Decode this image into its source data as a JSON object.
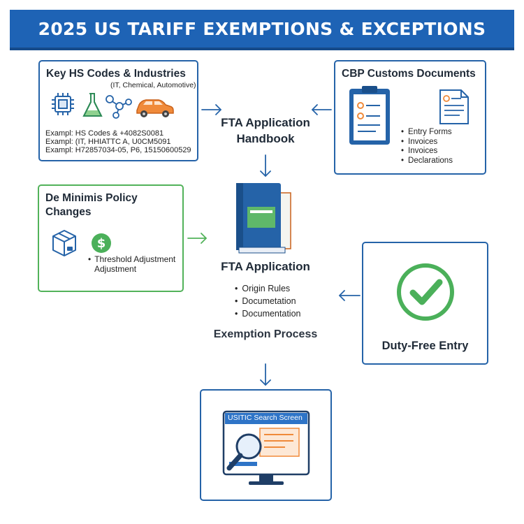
{
  "title": "2025 US TARIFF EXEMPTIONS & EXCEPTIONS",
  "hs_panel": {
    "title": "Key HS Codes & Industries",
    "subtitle": "(IT, Chemical, Automotive)",
    "examples": [
      "Exampl: HS Codes & +4082S0081",
      "Exampl: (IT, HHIATTC A, U0CM5091",
      "Exampl: H72857034-05, P6, 15150600529"
    ],
    "icons": [
      "chip-icon",
      "flask-icon",
      "molecule-icon",
      "car-icon"
    ]
  },
  "cbp_panel": {
    "title": "CBP Customs Documents",
    "items": [
      "Entry Forms",
      "Invoices",
      "Invoices",
      "Declarations"
    ],
    "icons": [
      "clipboard-icon",
      "document-icon"
    ]
  },
  "fta_handbook": {
    "line1": "FTA Application",
    "line2": "Handbook"
  },
  "de_minimis": {
    "title_line1": "De Minimis Policy",
    "title_line2": "Changes",
    "item_line1": "Threshold Adjustment",
    "item_line2": "Adjustment",
    "icons": [
      "package-icon",
      "dollar-icon"
    ]
  },
  "fta_application": {
    "title": "FTA Application",
    "items": [
      "Origin Rules",
      "Documetation",
      "Documentation"
    ],
    "process_label": "Exemption Process"
  },
  "duty_free": {
    "label": "Duty-Free Entry",
    "icon": "checkmark-icon"
  },
  "usitc": {
    "screen_label": "USITIC Search Screen",
    "icons": [
      "monitor-icon",
      "magnifier-icon"
    ]
  },
  "colors": {
    "title_bg": "#1e63b5",
    "panel_border": "#2563a8",
    "green": "#52b25a",
    "orange": "#f08a3a"
  }
}
